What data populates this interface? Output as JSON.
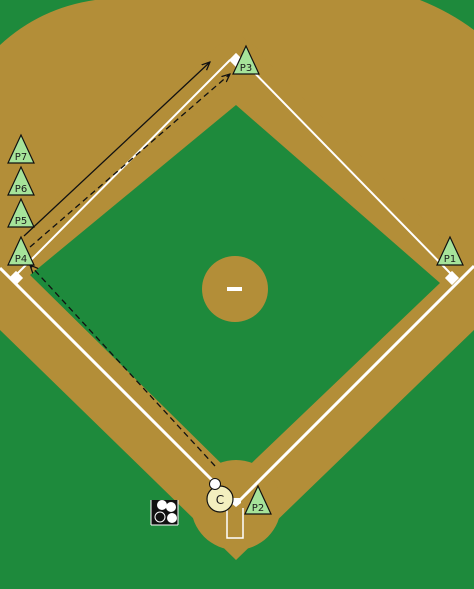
{
  "players": {
    "p1": "P1",
    "p2": "P2",
    "p3": "P3",
    "p4": "P4",
    "p5": "P5",
    "p6": "P6",
    "p7": "P7",
    "catcher": "C"
  },
  "colors": {
    "grass": "#1e8a3c",
    "dirt": "#b38e38",
    "chalk": "#ffffff",
    "player_fill": "#a6e39a",
    "catcher_fill": "#f3efbf"
  }
}
